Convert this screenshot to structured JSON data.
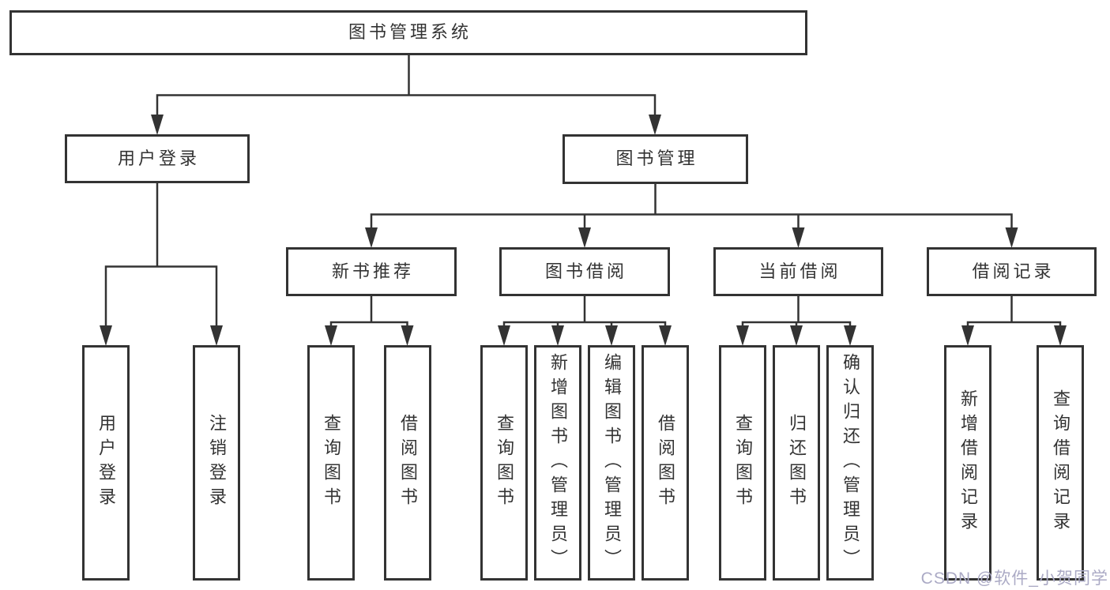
{
  "diagram_title": "图书管理系统",
  "nodes": {
    "root": "图书管理系统",
    "user_login": "用户登录",
    "book_mgmt": "图书管理",
    "new_book_rec": "新书推荐",
    "book_borrow": "图书借阅",
    "current_borrow": "当前借阅",
    "borrow_records": "借阅记录",
    "ul_login": "用户登录",
    "ul_logout": "注销登录",
    "nb_query": "查询图书",
    "nb_borrow": "借阅图书",
    "bb_query": "查询图书",
    "bb_add": "新增图书（管理员）",
    "bb_edit": "编辑图书（管理员）",
    "bb_borrow": "借阅图书",
    "cb_query": "查询图书",
    "cb_return": "归还图书",
    "cb_confirm": "确认归还（管理员）",
    "br_add": "新增借阅记录",
    "br_query": "查询借阅记录"
  },
  "hierarchy": {
    "图书管理系统": {
      "用户登录": [
        "用户登录",
        "注销登录"
      ],
      "图书管理": {
        "新书推荐": [
          "查询图书",
          "借阅图书"
        ],
        "图书借阅": [
          "查询图书",
          "新增图书（管理员）",
          "编辑图书（管理员）",
          "借阅图书"
        ],
        "当前借阅": [
          "查询图书",
          "归还图书",
          "确认归还（管理员）"
        ],
        "借阅记录": [
          "新增借阅记录",
          "查询借阅记录"
        ]
      }
    }
  },
  "watermark": "CSDN @软件_小贺同学",
  "colors": {
    "line": "#333333",
    "text": "#333333",
    "node_background": "#ffffff",
    "page_background": "#ffffff",
    "watermark": "#abaac5"
  }
}
